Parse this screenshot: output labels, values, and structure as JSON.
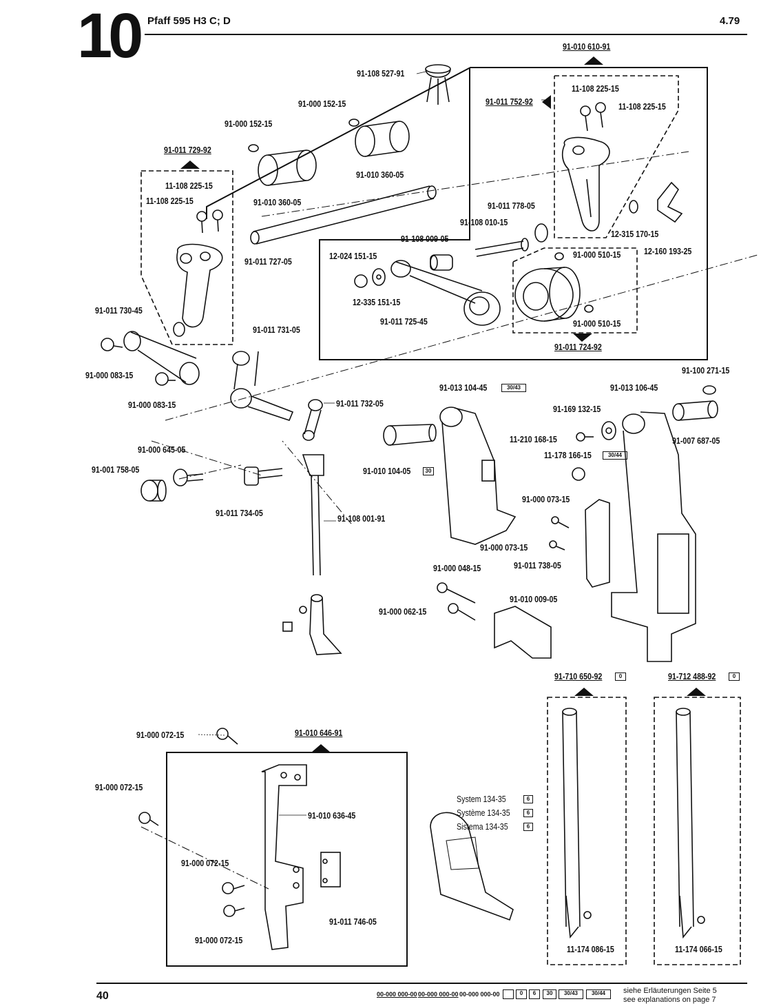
{
  "header": {
    "section_number": "10",
    "title": "Pfaff 595 H3 C; D",
    "date": "4.79"
  },
  "assemblies": {
    "a1": "91-010 610-91",
    "a2": "91-011 752-92",
    "a3": "91-011 729-92",
    "a4": "91-011 724-92",
    "a5": "91-010 646-91",
    "a6": "91-710 650-92",
    "a7": "91-712 488-92"
  },
  "parts": {
    "p1": "91-108 527-91",
    "p2": "91-000 152-15",
    "p3": "91-000 152-15",
    "p4": "91-010 360-05",
    "p5": "91-010 360-05",
    "p6": "11-108 225-15",
    "p7": "11-108 225-15",
    "p8": "11-108 225-15",
    "p9": "11-108 225-15",
    "p10": "91-011 727-05",
    "p11": "91-011 778-05",
    "p12": "91-108 010-15",
    "p13": "12-315 170-15",
    "p14": "91-108 009-05",
    "p15": "12-024 151-15",
    "p16": "91-000 510-15",
    "p17": "12-160 193-25",
    "p18": "12-335 151-15",
    "p19": "91-011 725-45",
    "p20": "91-000 510-15",
    "p21": "91-011 730-45",
    "p22": "91-011 731-05",
    "p23": "91-000 083-15",
    "p24": "91-000 083-15",
    "p25": "91-100 271-15",
    "p26": "91-013 104-45",
    "p27": "91-013 106-45",
    "p28": "91-011 732-05",
    "p29": "91-169 132-15",
    "p30": "91-007 687-05",
    "p31": "91-000 645-05",
    "p32": "11-210 168-15",
    "p33": "91-001 758-05",
    "p34": "11-178 166-15",
    "p35": "91-010 104-05",
    "p36": "91-011 734-05",
    "p37": "91-108 001-91",
    "p38": "91-000 073-15",
    "p39": "91-000 073-15",
    "p40": "91-011 738-05",
    "p41": "91-000 048-15",
    "p42": "91-010 009-05",
    "p43": "91-000 062-15",
    "p44": "91-000 072-15",
    "p45": "91-000 072-15",
    "p46": "91-010 636-45",
    "p47": "91-000 072-15",
    "p48": "91-011 746-05",
    "p49": "91-000 072-15",
    "p50": "11-174 086-15",
    "p51": "11-174 066-15"
  },
  "codes": {
    "c_30_43": "30/43",
    "c_30_44": "30/44",
    "c_30": "30",
    "c_0": "0",
    "c_6": "6"
  },
  "needle": {
    "line1": "System  134-35",
    "line2": "Système  134-35",
    "line3": "Sistema  134-35",
    "code": "6"
  },
  "footer": {
    "page_number": "40",
    "legend_codes": [
      "00-000 000-00",
      "00-000 000-00",
      "00-000 000-00"
    ],
    "legend_boxes": [
      "",
      "0",
      "6",
      "30",
      "30/43",
      "30/44"
    ],
    "note_de": "siehe Erläuterungen Seite 5",
    "note_en": "see explanations on page 7"
  }
}
